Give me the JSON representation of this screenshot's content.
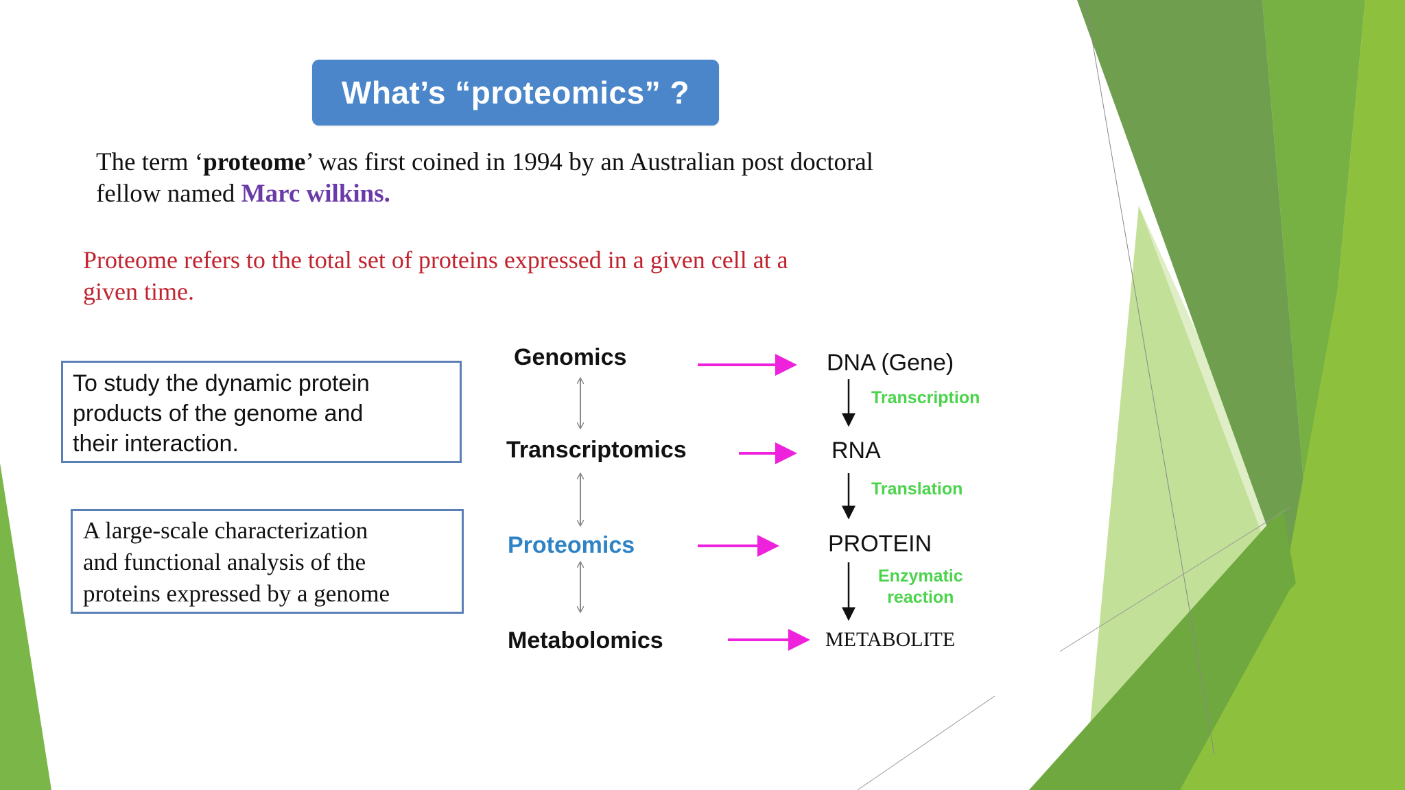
{
  "slide": {
    "title": "What’s “proteomics” ?",
    "intro": {
      "part1": "The term ‘",
      "term": "proteome",
      "part2": "’ was first coined in 1994 by an  Australian post doctoral",
      "part3": "fellow named  ",
      "name": "Marc wilkins."
    },
    "definition_line1": "Proteome refers to the total set of proteins expressed in a given cell at a",
    "definition_line2": "given time.",
    "box1": {
      "line1": "To study the dynamic protein",
      "line2": "products of the genome and",
      "line3": "their interaction."
    },
    "box2": {
      "line1": "A large-scale characterization",
      "line2": "and functional analysis of the",
      "line3": "proteins expressed by a genome"
    },
    "omics": {
      "genomics": "Genomics",
      "transcriptomics": "Transcriptomics",
      "proteomics": "Proteomics",
      "metabolomics": "Metabolomics"
    },
    "products": {
      "dna": "DNA (Gene)",
      "rna": "RNA",
      "protein": "PROTEIN",
      "metabolite": "METABOLITE"
    },
    "processes": {
      "transcription": "Transcription",
      "translation": "Translation",
      "enzymatic_line1": "Enzymatic",
      "enzymatic_line2": "reaction"
    },
    "colors": {
      "title_bg": "#4a86c9",
      "arrow_magenta": "#ee22dd",
      "process_green": "#4cd34c",
      "definition_red": "#c0242f",
      "name_purple": "#6a3aa8",
      "proteomics_blue": "#2d83c5",
      "leaf_green": "#7ab648"
    }
  }
}
